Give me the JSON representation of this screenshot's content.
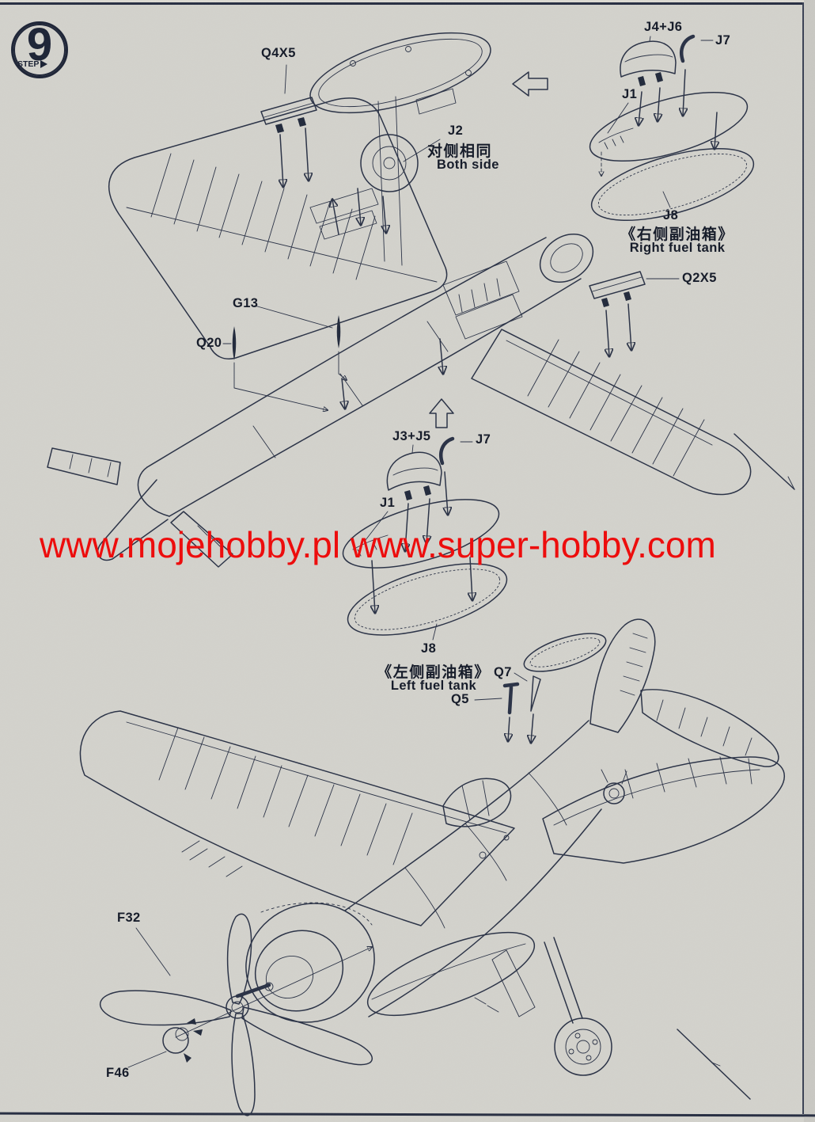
{
  "step": {
    "number": "9",
    "label": "STEP"
  },
  "watermark": {
    "text": "www.mojehobby.pl www.super-hobby.com"
  },
  "colors": {
    "ink": "#2a3246",
    "paper": "#d3d2cc",
    "watermark_red": "#ee0a0a"
  },
  "labels": {
    "q4x5": "Q4X5",
    "j2": "J2",
    "j2_note_cn": "对侧相同",
    "j2_note_en": "Both side",
    "j4_j6": "J4+J6",
    "j7_right": "J7",
    "j1_right": "J1",
    "j8_right": "J8",
    "right_tank_cn": "《右侧副油箱》",
    "right_tank_en": "Right fuel tank",
    "q2x5": "Q2X5",
    "g13": "G13",
    "q20": "Q20",
    "j3_j5": "J3+J5",
    "j7_left": "J7",
    "j1_left": "J1",
    "j8_left": "J8",
    "left_tank_cn": "《左侧副油箱》",
    "left_tank_en": "Left fuel tank",
    "q7": "Q7",
    "q5": "Q5",
    "f32": "F32",
    "f46": "F46"
  }
}
